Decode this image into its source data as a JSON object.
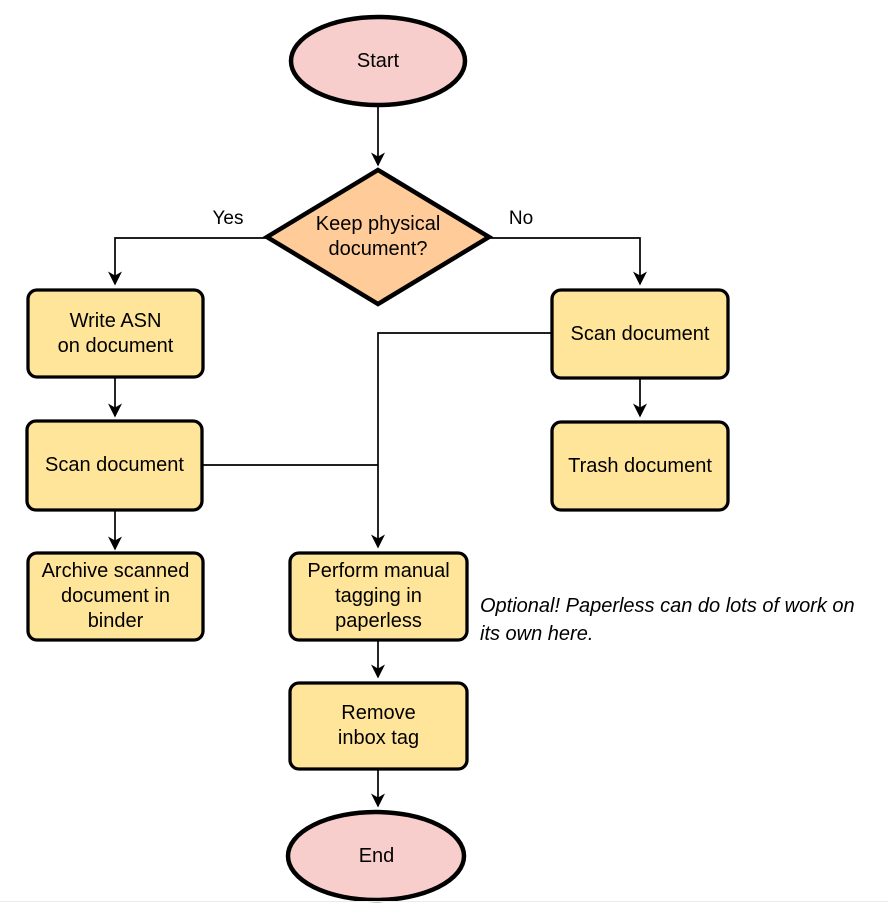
{
  "diagram": {
    "type": "flowchart",
    "colors": {
      "terminator_fill": "#F8CECC",
      "decision_fill": "#FFCC99",
      "process_fill": "#FFE599",
      "stroke": "#000000",
      "text": "#000000",
      "background": "#FFFFFF",
      "bottom_divider": "#F1E8E8"
    },
    "nodes": {
      "start": {
        "label": "Start",
        "type": "terminator"
      },
      "decision": {
        "lines": [
          "Keep physical",
          "document?"
        ],
        "type": "decision"
      },
      "write_asn": {
        "lines": [
          "Write ASN",
          "on document"
        ],
        "type": "process"
      },
      "scan_left": {
        "label": "Scan document",
        "type": "process"
      },
      "archive": {
        "lines": [
          "Archive scanned",
          "document in",
          "binder"
        ],
        "type": "process"
      },
      "scan_right": {
        "label": "Scan document",
        "type": "process"
      },
      "trash": {
        "label": "Trash document",
        "type": "process"
      },
      "tagging": {
        "lines": [
          "Perform manual",
          "tagging in",
          "paperless"
        ],
        "type": "process"
      },
      "remove_inbox": {
        "lines": [
          "Remove",
          "inbox tag"
        ],
        "type": "process"
      },
      "end": {
        "label": "End",
        "type": "terminator"
      }
    },
    "edge_labels": {
      "yes": "Yes",
      "no": "No"
    },
    "note": {
      "lines": [
        "Optional! Paperless can do lots of work on",
        "its own here."
      ]
    }
  }
}
